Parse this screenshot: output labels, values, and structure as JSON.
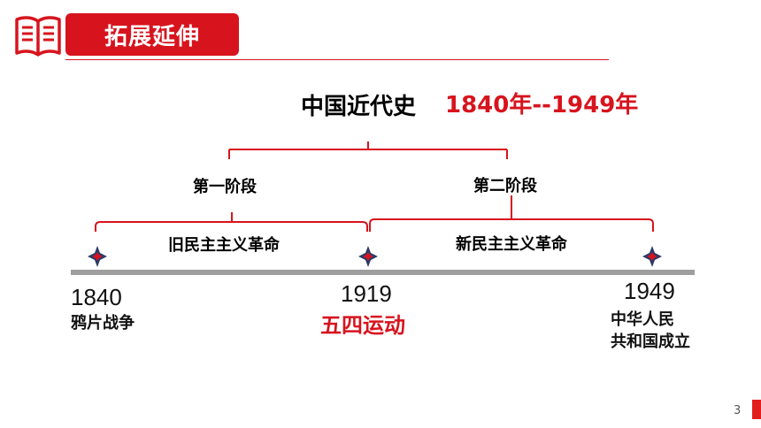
{
  "header": {
    "title": "拓展延伸"
  },
  "diagram": {
    "title": "中国近代史",
    "range": "1840年--1949年",
    "stages": [
      "第一阶段",
      "第二阶段"
    ],
    "revolutions": [
      "旧民主主义革命",
      "新民主主义革命"
    ]
  },
  "timeline": [
    {
      "year": "1840",
      "event": "鸦片战争",
      "event_lines": [
        "鸦片战争"
      ]
    },
    {
      "year": "1919",
      "event": "五四运动",
      "event_lines": [
        "五四运动"
      ],
      "highlight_color": "#d7141e"
    },
    {
      "year": "1949",
      "event": "中华人民共和国成立",
      "event_lines": [
        "中华人民",
        "共和国成立"
      ]
    }
  ],
  "colors": {
    "accent": "#d7141e",
    "timeline_bar": "#9e9e9e",
    "star": "#2b3a67"
  },
  "icons": [
    "book-icon",
    "star-marker-icon"
  ],
  "page": {
    "number": "3"
  }
}
